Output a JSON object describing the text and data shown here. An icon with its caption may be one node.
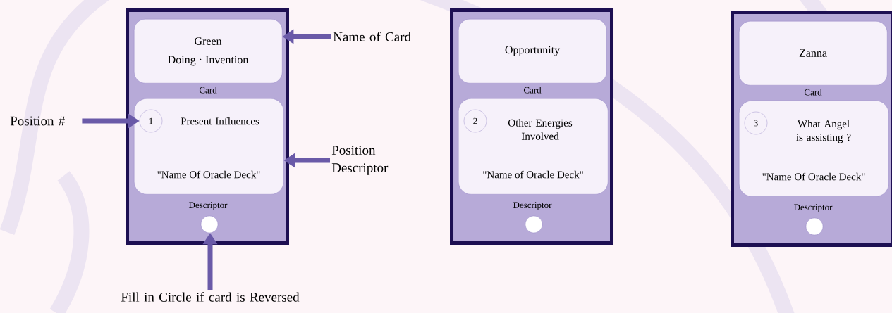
{
  "diagram": {
    "nodes": [
      {
        "text": [
          "Card",
          "Descriptor"
        ]
      },
      {
        "text": [
          "Green",
          "Doing · Invention"
        ],
        "in": 0
      },
      {
        "text": [
          "Present Influences",
          "\"Name Of Oracle Deck\""
        ],
        "in": 0
      },
      {
        "text": [
          "1"
        ],
        "in": 2
      },
      {
        "text": [],
        "shape": "circle",
        "in": 0
      },
      {
        "text": [
          "Name of Card"
        ]
      },
      {
        "text": [
          "Position #"
        ]
      },
      {
        "text": [
          "Position Descriptor"
        ]
      },
      {
        "text": [
          "Fill in Circle if card is Reversed"
        ]
      },
      {
        "text": [
          "Card",
          "Descriptor"
        ]
      },
      {
        "text": [
          "Opportunity"
        ],
        "in": 9
      },
      {
        "text": [
          "Other Energies Involved",
          "\"Name of Oracle Deck\""
        ],
        "in": 9
      },
      {
        "text": [
          "2"
        ],
        "in": 11
      },
      {
        "text": [],
        "shape": "circle",
        "in": 9
      },
      {
        "text": [
          "Card",
          "Descriptor"
        ]
      },
      {
        "text": [
          "Zanna"
        ],
        "in": 14
      },
      {
        "text": [
          "What Angel is assisting ?",
          "\"Name Of Oracle Deck\""
        ],
        "in": 14
      },
      {
        "text": [
          "3"
        ],
        "in": 16
      },
      {
        "text": [],
        "shape": "circle",
        "in": 14
      }
    ],
    "edges": [
      {
        "from": 5,
        "to": 1,
        "arrow": "to"
      },
      {
        "from": 6,
        "to": 3,
        "arrow": "to"
      },
      {
        "from": 7,
        "to": 2,
        "arrow": "to"
      },
      {
        "from": 8,
        "to": 4,
        "arrow": "to"
      }
    ]
  }
}
